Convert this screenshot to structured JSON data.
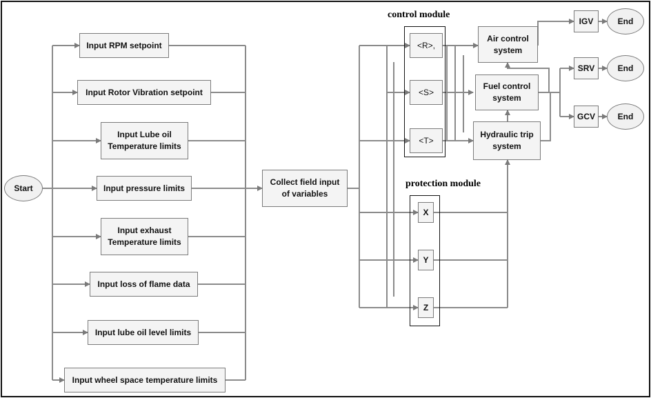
{
  "start": "Start",
  "inputs": [
    "Input RPM setpoint",
    "Input Rotor Vibration setpoint",
    "Input Lube oil\nTemperature limits",
    "Input pressure limits",
    "Input exhaust\nTemperature limits",
    "Input loss of flame data",
    "Input lube oil level limits",
    "Input wheel space temperature limits"
  ],
  "collect": "Collect field input\nof variables",
  "control_module": {
    "title": "control module",
    "items": [
      "<R>,",
      "<S>",
      "<T>"
    ]
  },
  "protection_module": {
    "title": "protection module",
    "items": [
      "X",
      "Y",
      "Z"
    ]
  },
  "systems": [
    "Air control\nsystem",
    "Fuel control\nsystem",
    "Hydraulic trip\nsystem"
  ],
  "valves": [
    "IGV",
    "SRV",
    "GCV"
  ],
  "ends": [
    "End",
    "End",
    "End"
  ]
}
